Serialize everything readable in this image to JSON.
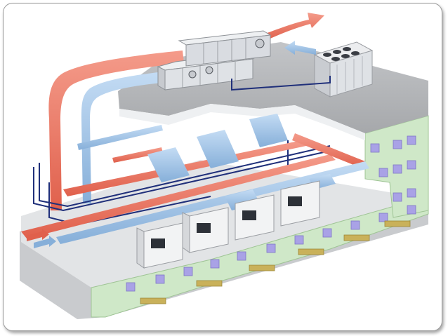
{
  "figure": {
    "subject": "hvac-building-cutaway",
    "colors": {
      "supply_duct": "#ef7a66",
      "return_duct": "#9ec3e8",
      "pipe_dark": "#1f2f7a",
      "pipe_red": "#d8402c",
      "roof": "#b4b6b9",
      "facade": "#cfe8c8",
      "window": "#a9a2e6",
      "floor": "#d4d6d8",
      "chiller": "#dfe2e6"
    },
    "icons": [
      "air-handling-unit",
      "rooftop-chiller",
      "fan-coil-unit",
      "exhaust-arrow",
      "intake-arrow"
    ]
  }
}
